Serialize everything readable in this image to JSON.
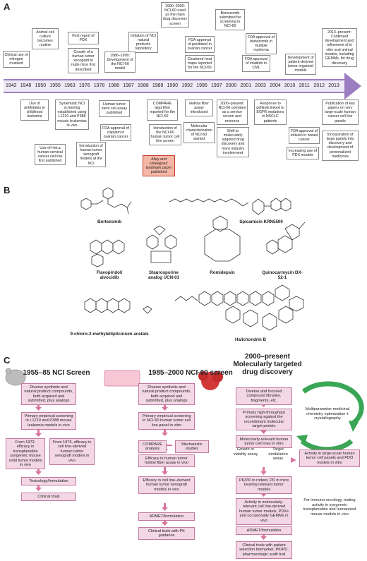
{
  "panels": {
    "a": "A",
    "b": "B",
    "c": "C"
  },
  "timeline": {
    "years": [
      "1942",
      "1948",
      "1950",
      "1955",
      "1963",
      "1976",
      "1978",
      "1986",
      "1987",
      "1988",
      "1989",
      "1990",
      "1992",
      "1995",
      "1997",
      "2000",
      "2001",
      "2003",
      "2004",
      "2010",
      "2011",
      "2012",
      "2013"
    ],
    "top_boxes": [
      "Clinical use of nitrogen mustard",
      "Animal cell culture becomes routine",
      "First report of PDX",
      "Growth of a human tumor xenograft in nude mice first described",
      "Initiation of NCI natural products repository",
      "1986–1990: Development of the NCI-60 model",
      "1990–2000: NCI-60 used as the main drug discovery screen",
      "FDA approval of paclitaxel in ovarian cancer",
      "Clustered heat maps reported for the NCI-60",
      "Bortezomib submitted for screening in NCI-60",
      "FDA approval of imatinib in CML",
      "FDA approval of bortezomib in multiple myeloma",
      "Development of patient-derived tumor organoid models",
      "2013–present: Continued development and refinement of in vitro and animal models, including GEMMs, for drug discovery"
    ],
    "bottom_boxes": [
      "Use of antifolates in childhood leukemia",
      "Systematic NCI screening established using L1210 and P388 mouse leukemias in vivo",
      "Use of HeLa human cervical cancer cell line first published",
      "Human tumor stem cell assay published",
      "FDA approval of cisplatin in ovarian cancer",
      "Introduction of human tumor xenograft models at the NCI",
      "Alley and colleagues' landmark paper published",
      "COMPARE algorithm reported for the NCI-60",
      "Introduction of the NCI-60 human tumor cell line screen",
      "Hollow fiber assay introduced",
      "Molecular characterization of NCI-60 started",
      "2000–present: NCI-60 operates as a service screen and resource",
      "Shift to molecularly targeted drug discovery and more industry involvement",
      "Response to gefitinib linked to EGFR mutations in NSCLC patients",
      "FDA approval of eribulin in breast cancer",
      "Increasing use of PDX models",
      "Publication of key papers on very large-scale human cancer cell line panels",
      "Incorporation of large panels into discovery and development of personalized medicines"
    ]
  },
  "molecules": [
    "Bortezomib",
    "Spicamicin KRN5500",
    "Flavopiridol/ alvocidib",
    "Staurosporine analog UCN-01",
    "Romidepsin",
    "Quinocarmycin DX-52-1",
    "9-chloro-2-methylellipticinium acetate",
    "Halichondrin B"
  ],
  "screens": {
    "col1": {
      "title": "1955–85 NCI Screen",
      "steps": [
        "Diverse synthetic and natural product compounds, both acquired and submitted, plus analogs",
        "Primary empirical screening in L1210 and P388 mouse leukemia models in vivo",
        "From 1972, efficacy in transplantable syngeneic mouse solid tumor models in vivo",
        "From 1976, efficacy in cell line–derived human tumor xenograft models in vivo",
        "Toxicology/formulation",
        "Clinical trials"
      ]
    },
    "col2": {
      "title": "1985–2000 NCI-60 screen",
      "steps": [
        "Diverse synthetic and natural product compounds, both acquired and submitted, plus analogs",
        "Primary empirical screening in NCI-60 human tumor cell line panel in vitro",
        "COMPARE analysis",
        "Mechanistic studies",
        "Efficacy in human tumor hollow fiber assay in vivo",
        "Efficacy in cell line–derived human tumor xenograft models in vivo",
        "ADMET/formulation",
        "Clinical trials with PK guidance"
      ]
    },
    "col3": {
      "title": "2000–present Molecularly targeted drug discovery",
      "steps": [
        "Diverse and focused compound libraries, fragments, etc.",
        "Primary high-throughput screening against the recombinant molecular target protein",
        "Molecularly-relevant human tumor cell lines in vitro",
        "Growth or viability assay",
        "Target modulation assay",
        "PK/PD in rodent, PD in mice bearing relevant tumor models",
        "Activity in molecularly-relevant cell line-derived human tumor models, PDXs and occasionally GEMMs in vivo",
        "ADMET/formulation",
        "Clinical trials with patient selection biomarker, PK/PD, pharmacologic audit trail"
      ],
      "cycle_label": "Multiparameter medicinal chemistry optimization ± crystallography",
      "side_boxes": [
        "Activity in large-scale human tumor cell panels and PDO models in vitro",
        "For immuno-oncology, testing activity in syngeneic transplantable and humanized mouse models in vivo"
      ]
    }
  },
  "colors": {
    "timeline_bar": "#9b7ec1",
    "arrow": "#d9749e",
    "box_fill": "#f3d7e5",
    "box_border": "#c07aa0",
    "highlight": "#f4b6a6",
    "cycle": "#3aa655"
  }
}
